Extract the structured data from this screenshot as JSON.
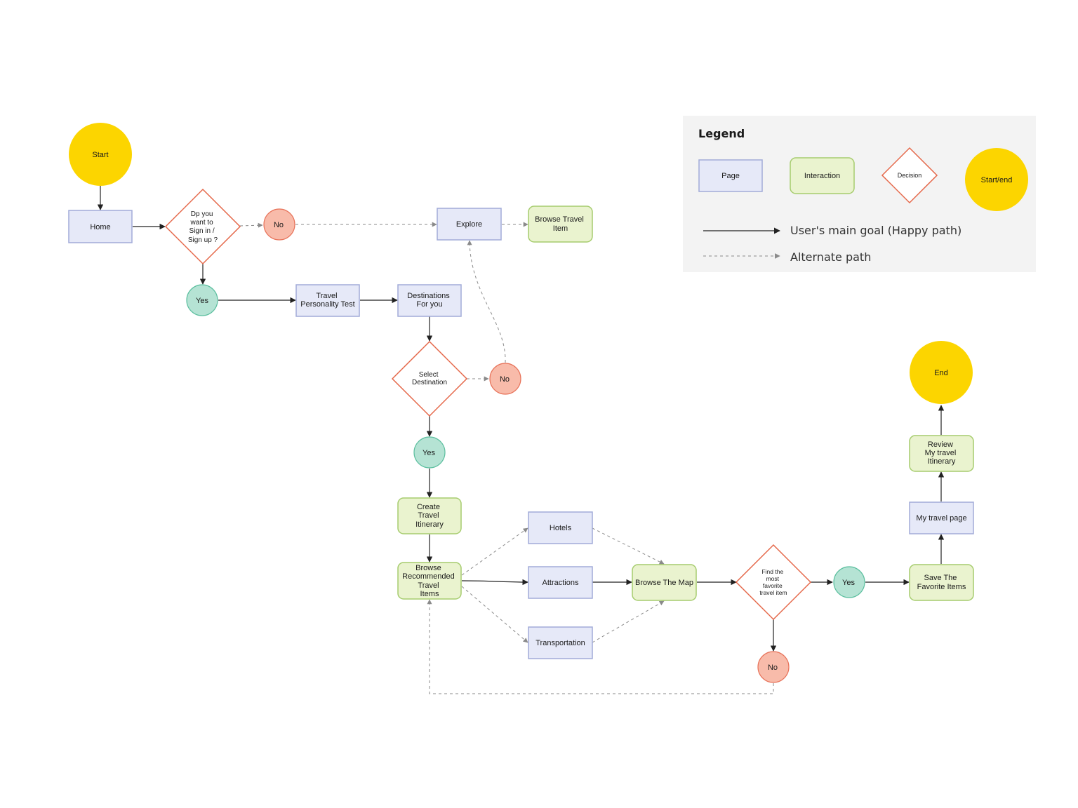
{
  "colors": {
    "page_fill": "#e6e9f8",
    "page_stroke": "#a2abd8",
    "interaction_fill": "#eaf3cf",
    "interaction_stroke": "#a6cc6e",
    "decision_stroke": "#e5684a",
    "yes_fill": "#b5e3d4",
    "yes_stroke": "#5cbf9f",
    "no_fill": "#f8bbaa",
    "no_stroke": "#e8735a",
    "start_end_fill": "#fcd500",
    "legend_bg": "#f3f3f3",
    "main_arrow": "#222222",
    "alt_arrow": "#8a8a8a"
  },
  "legend": {
    "title": "Legend",
    "page_label": "Page",
    "interaction_label": "Interaction",
    "decision_label": "Decision",
    "start_end_label": "Start/end",
    "main_path_label": "User's main goal (Happy path)",
    "alternate_path_label": "Alternate path"
  },
  "nodes": {
    "start": "Start",
    "home": "Home",
    "signin_decision": [
      "Dp you",
      "want to",
      "Sign in /",
      "Sign up ?"
    ],
    "no_signin": "No",
    "explore": "Explore",
    "browse_travel_item": [
      "Browse Travel",
      "Item"
    ],
    "yes_signin": "Yes",
    "travel_personality_test": [
      "Travel",
      "Personality Test"
    ],
    "destinations_for_you": [
      "Destinations",
      "For you"
    ],
    "select_destination": [
      "Select",
      "Destination"
    ],
    "no_destination": "No",
    "yes_destination": "Yes",
    "create_itinerary": [
      "Create",
      "Travel",
      "Itinerary"
    ],
    "browse_recommended": [
      "Browse",
      "Recommended",
      "Travel",
      "Items"
    ],
    "hotels": "Hotels",
    "attractions": "Attractions",
    "transportation": "Transportation",
    "browse_map": "Browse The Map",
    "favorite_decision": [
      "Find the",
      "most",
      "favorite",
      "travel item"
    ],
    "yes_favorite": "Yes",
    "no_favorite": "No",
    "save_favorites": [
      "Save The",
      "Favorite Items"
    ],
    "my_travel_page": "My travel page",
    "review_itinerary": [
      "Review",
      "My travel",
      "Itinerary"
    ],
    "end": "End"
  }
}
